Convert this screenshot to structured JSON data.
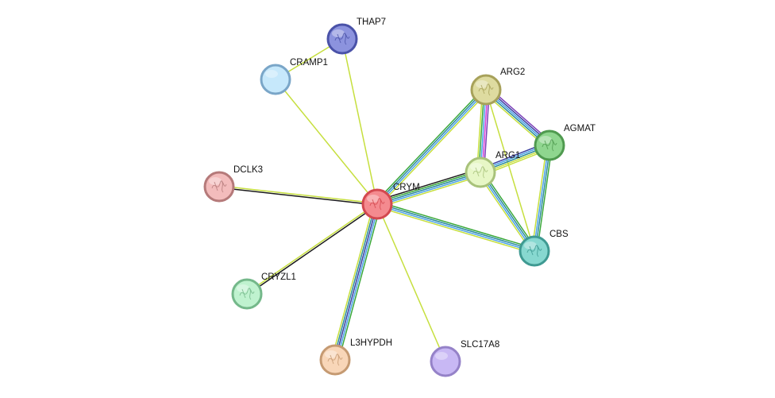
{
  "colors": {
    "coexpression": "#1a1a1a",
    "textmining": "#c6df3e",
    "experiments": "#7b3fb8",
    "databases": "#4aa0e8",
    "homology": "#3a3fa0",
    "neighborhood": "#3aa83a",
    "curated": "#d63fd6",
    "interaction": "#2b8a9a"
  },
  "nodes": [
    {
      "id": "CRYM",
      "label": "CRYM",
      "fill": "#f48a8f",
      "stroke": "#d3484f",
      "icon": "protein-structure-icon"
    },
    {
      "id": "THAP7",
      "label": "THAP7",
      "fill": "#8c93de",
      "stroke": "#4a52a8",
      "icon": "protein-structure-icon"
    },
    {
      "id": "CRAMP1",
      "label": "CRAMP1",
      "fill": "#c6e8fb",
      "stroke": "#7aa6c8",
      "icon": ""
    },
    {
      "id": "ARG2",
      "label": "ARG2",
      "fill": "#dedba0",
      "stroke": "#a7a15a",
      "icon": "protein-structure-icon"
    },
    {
      "id": "AGMAT",
      "label": "AGMAT",
      "fill": "#8fd68f",
      "stroke": "#4f9a4f",
      "icon": "protein-structure-icon"
    },
    {
      "id": "ARG1",
      "label": "ARG1",
      "fill": "#e7f7c6",
      "stroke": "#a8c27a",
      "icon": "protein-structure-icon"
    },
    {
      "id": "DCLK3",
      "label": "DCLK3",
      "fill": "#f3bcbc",
      "stroke": "#b57a7a",
      "icon": "protein-structure-icon"
    },
    {
      "id": "CBS",
      "label": "CBS",
      "fill": "#87d8d0",
      "stroke": "#3f9a92",
      "icon": "protein-structure-icon"
    },
    {
      "id": "CRYZL1",
      "label": "CRYZL1",
      "fill": "#bff2cf",
      "stroke": "#74b88a",
      "icon": "protein-structure-icon"
    },
    {
      "id": "L3HYPDH",
      "label": "L3HYPDH",
      "fill": "#f8d6b8",
      "stroke": "#c59a72",
      "icon": "protein-structure-icon"
    },
    {
      "id": "SLC17A8",
      "label": "SLC17A8",
      "fill": "#c8b8f4",
      "stroke": "#9582c8",
      "icon": ""
    }
  ],
  "edges": [
    {
      "from": "CRYM",
      "to": "THAP7",
      "types": [
        "textmining"
      ]
    },
    {
      "from": "CRYM",
      "to": "CRAMP1",
      "types": [
        "textmining"
      ]
    },
    {
      "from": "CRYM",
      "to": "DCLK3",
      "types": [
        "coexpression",
        "textmining"
      ]
    },
    {
      "from": "CRYM",
      "to": "CRYZL1",
      "types": [
        "coexpression",
        "textmining"
      ]
    },
    {
      "from": "CRYM",
      "to": "L3HYPDH",
      "types": [
        "neighborhood",
        "databases",
        "homology",
        "interaction",
        "textmining"
      ]
    },
    {
      "from": "CRYM",
      "to": "SLC17A8",
      "types": [
        "textmining"
      ]
    },
    {
      "from": "CRYM",
      "to": "ARG2",
      "types": [
        "neighborhood",
        "interaction",
        "databases",
        "textmining"
      ]
    },
    {
      "from": "CRYM",
      "to": "ARG1",
      "types": [
        "coexpression",
        "neighborhood",
        "interaction",
        "databases",
        "textmining"
      ]
    },
    {
      "from": "CRYM",
      "to": "CBS",
      "types": [
        "neighborhood",
        "interaction",
        "databases",
        "textmining"
      ]
    },
    {
      "from": "THAP7",
      "to": "CRAMP1",
      "types": [
        "textmining"
      ]
    },
    {
      "from": "ARG2",
      "to": "ARG1",
      "types": [
        "experiments",
        "curated",
        "databases",
        "neighborhood",
        "textmining"
      ]
    },
    {
      "from": "ARG2",
      "to": "AGMAT",
      "types": [
        "experiments",
        "homology",
        "databases",
        "interaction",
        "textmining"
      ]
    },
    {
      "from": "ARG2",
      "to": "CBS",
      "types": [
        "textmining"
      ]
    },
    {
      "from": "ARG1",
      "to": "AGMAT",
      "types": [
        "homology",
        "databases",
        "interaction",
        "textmining",
        "textmining"
      ]
    },
    {
      "from": "ARG1",
      "to": "CBS",
      "types": [
        "neighborhood",
        "interaction",
        "databases",
        "textmining"
      ]
    },
    {
      "from": "AGMAT",
      "to": "CBS",
      "types": [
        "neighborhood",
        "interaction",
        "databases",
        "textmining"
      ]
    }
  ]
}
